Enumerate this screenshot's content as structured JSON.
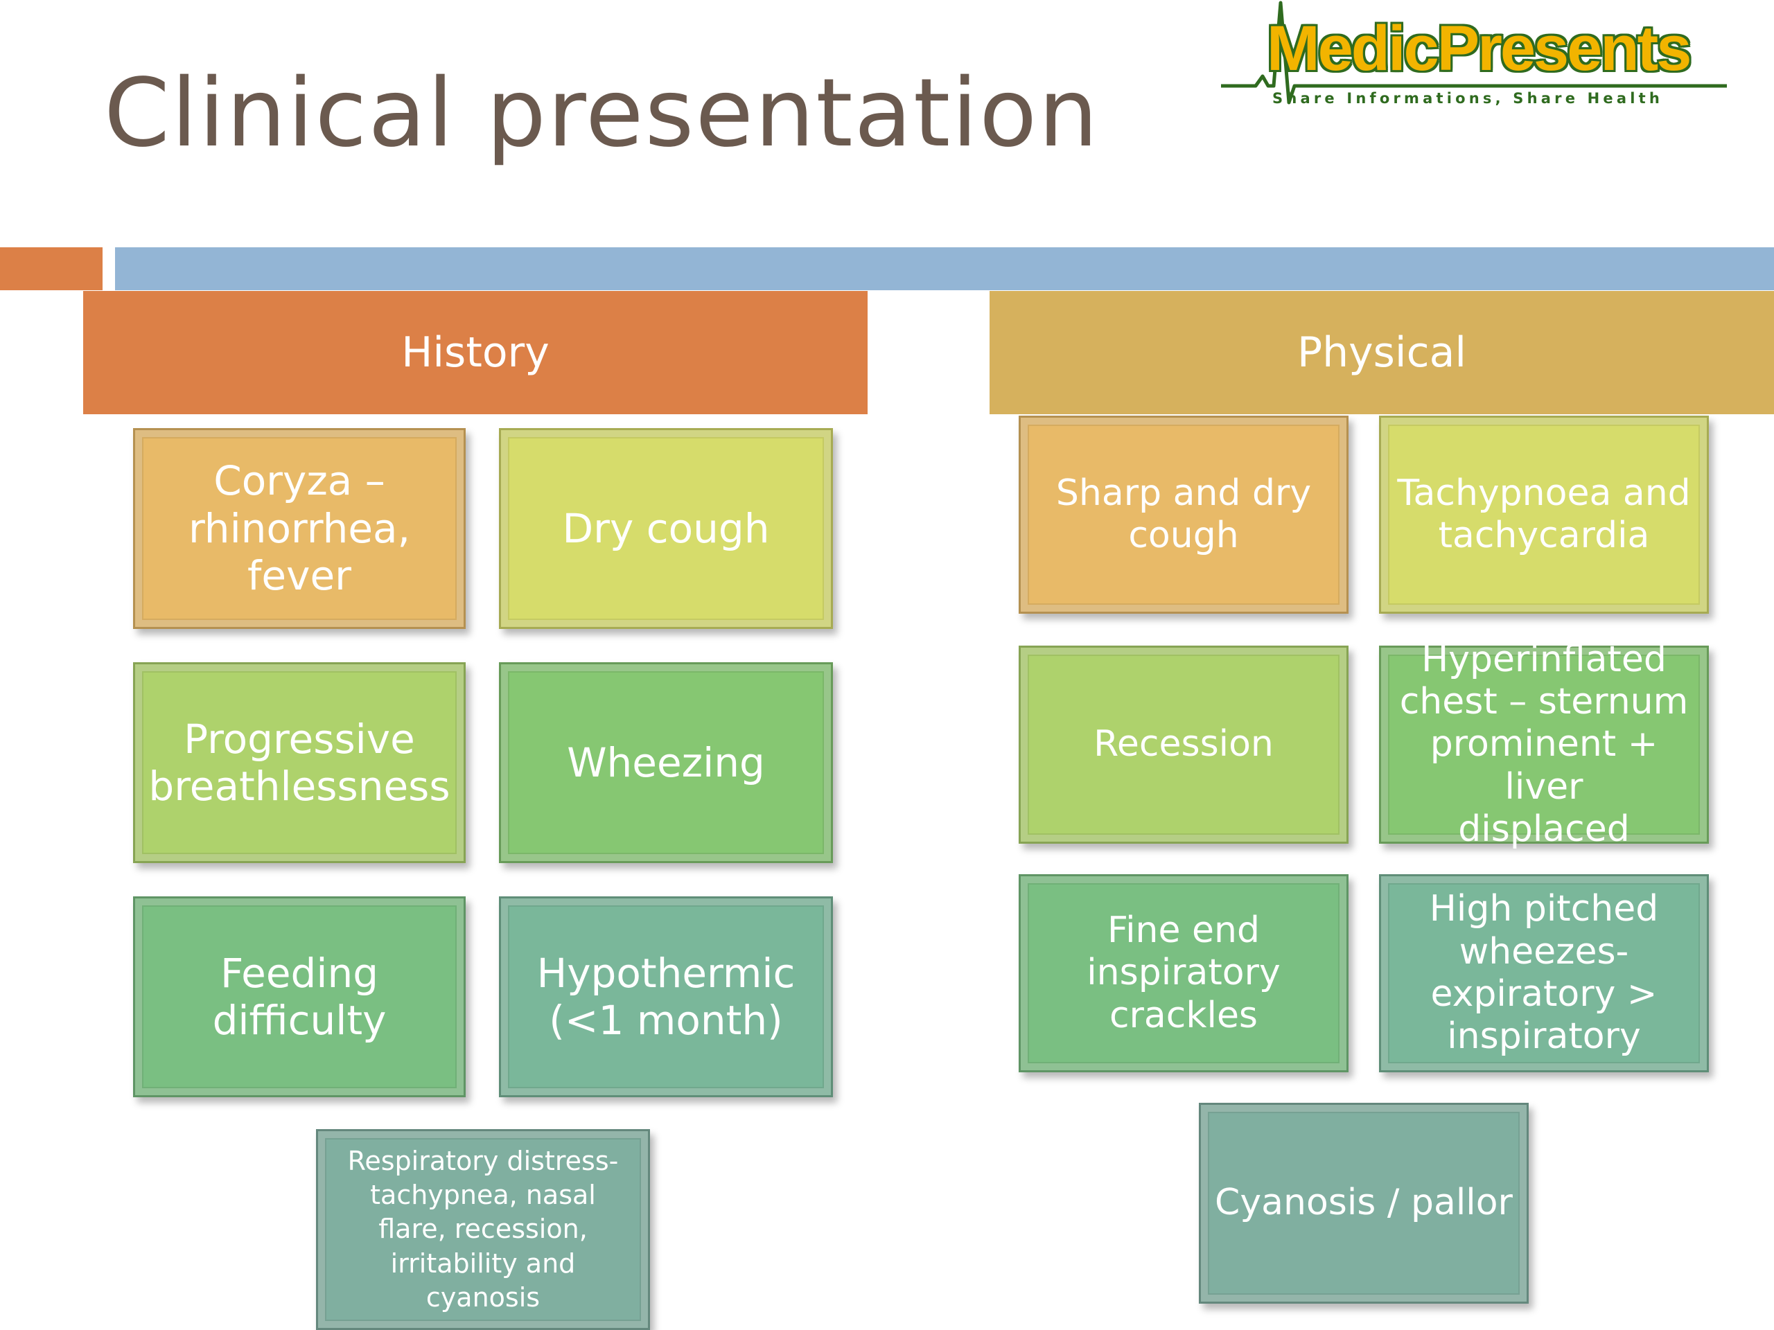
{
  "slide": {
    "title": "Clinical presentation"
  },
  "logo": {
    "name": "MedicPresents",
    "tagline": "Share Informations, Share Health",
    "color_primary": "#f2b400",
    "color_secondary": "#2f6b1f"
  },
  "columns": {
    "history": {
      "header": "History",
      "items": [
        {
          "text": "Coryza –\nrhinorrhea,\nfever"
        },
        {
          "text": "Dry cough"
        },
        {
          "text": "Progressive\nbreathlessness"
        },
        {
          "text": "Wheezing"
        },
        {
          "text": "Feeding\ndifficulty"
        },
        {
          "text": "Hypothermic\n(<1 month)"
        },
        {
          "text": "Respiratory distress-\ntachypnea, nasal\nflare, recession,\nirritability and\ncyanosis"
        }
      ]
    },
    "physical": {
      "header": "Physical",
      "items": [
        {
          "text": "Sharp and dry\ncough"
        },
        {
          "text": "Tachypnoea and\ntachycardia"
        },
        {
          "text": "Recession"
        },
        {
          "text": "Hyperinflated\nchest – sternum\nprominent + liver\ndisplaced"
        },
        {
          "text": "Fine end\ninspiratory\ncrackles"
        },
        {
          "text": "High pitched\nwheezes-\nexpiratory >\ninspiratory"
        },
        {
          "text": "Cyanosis / pallor"
        }
      ]
    }
  },
  "colors": {
    "history_header": "#dc8047",
    "physical_header": "#d6b15d",
    "accent_bar": "#93b5d5"
  }
}
